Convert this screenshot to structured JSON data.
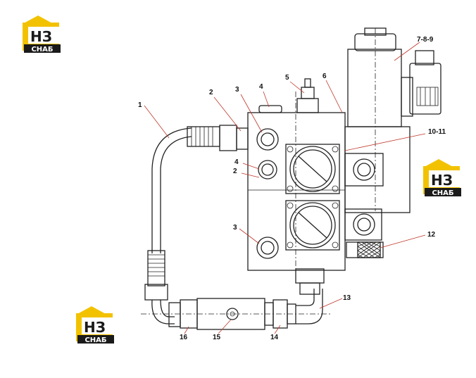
{
  "logo": {
    "letters": "НЗ",
    "caption": "СНАБ",
    "color_dark": "#1a1a1a",
    "color_accent": "#f2c200"
  },
  "callouts": [
    "1",
    "2",
    "3",
    "4",
    "5",
    "6",
    "7-8-9",
    "10-11",
    "4",
    "2",
    "3",
    "12",
    "13",
    "14",
    "15",
    "16"
  ]
}
